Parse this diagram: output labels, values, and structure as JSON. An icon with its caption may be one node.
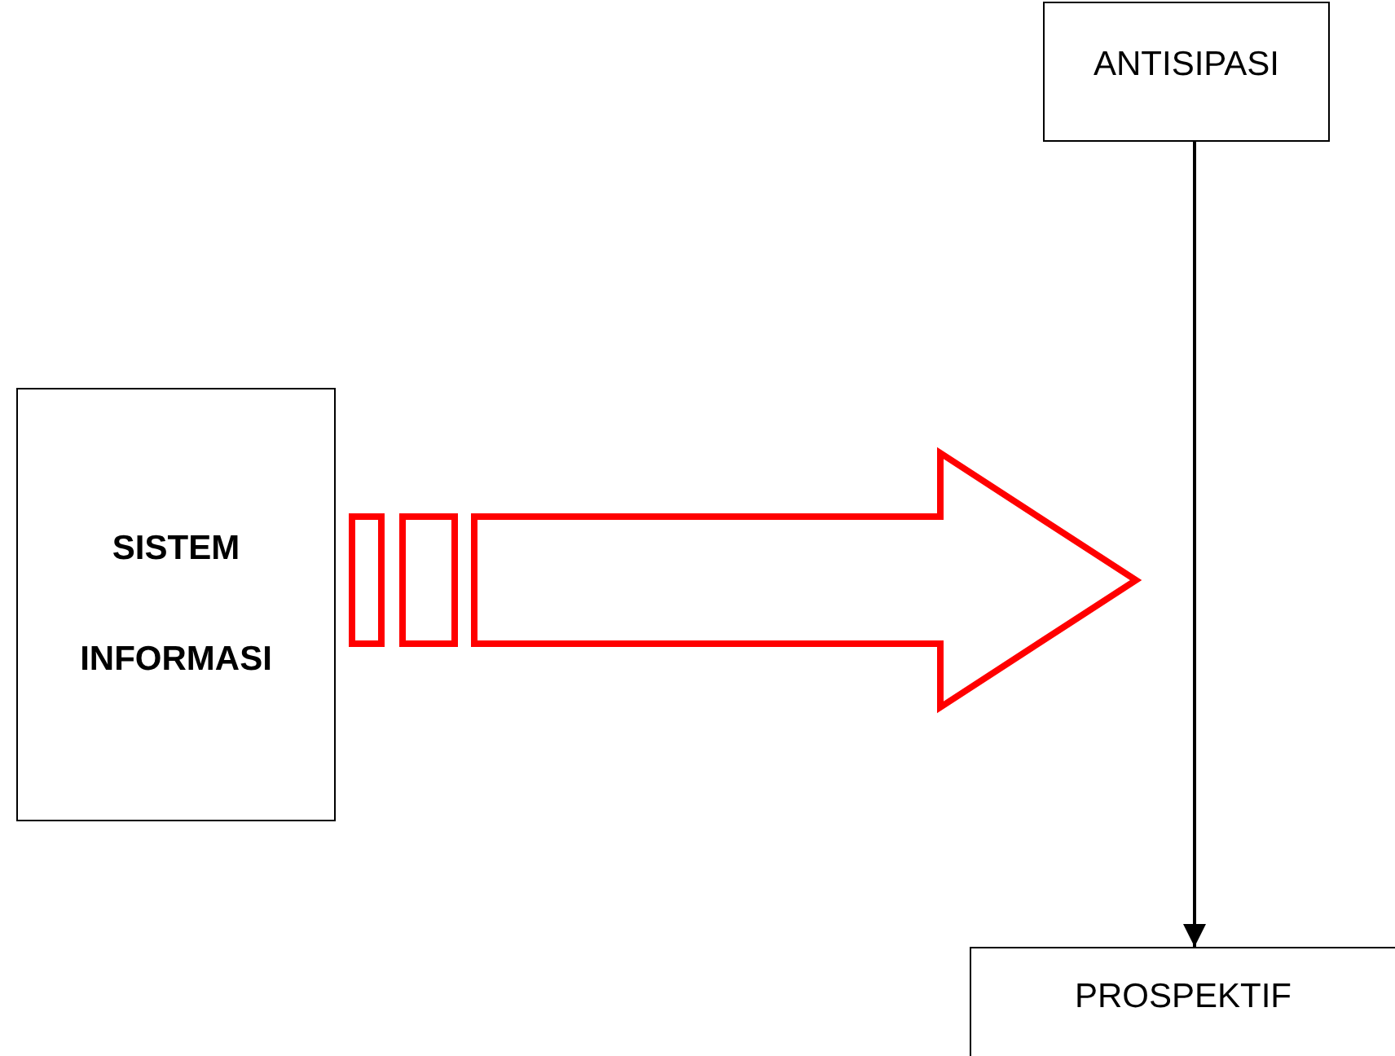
{
  "diagram": {
    "nodes": [
      {
        "text": [
          "SISTEM INFORMASI"
        ]
      },
      {
        "text": [
          "ANTISIPASI"
        ]
      },
      {
        "text": [
          "PROSPEKTIF"
        ]
      }
    ],
    "edges": [
      {
        "from": 0,
        "to": null,
        "arrow": "to",
        "style": "thick",
        "color": "#ff0000"
      },
      {
        "from": 1,
        "to": 2,
        "arrow": "to"
      }
    ]
  }
}
